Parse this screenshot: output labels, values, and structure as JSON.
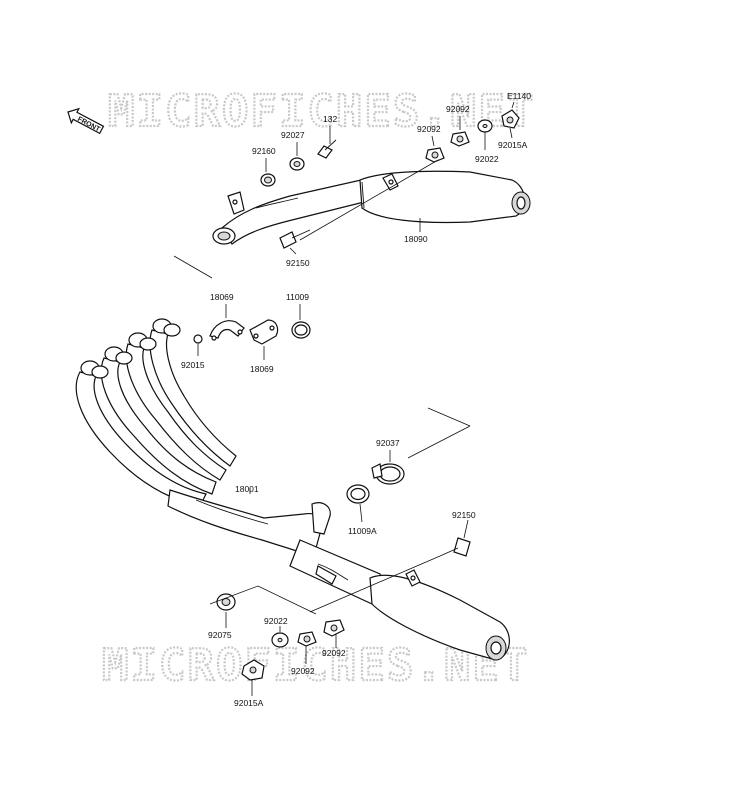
{
  "watermark": "MICROFICHES.NET",
  "diagram_code": "E1140",
  "front_arrow_label": "FRONT",
  "labels": {
    "p92160": "92160",
    "p92027": "92027",
    "p132": "132",
    "p92092_top": "92092",
    "p92092_top2": "92092",
    "p92022_top": "92022",
    "p92015A_top": "92015A",
    "p18090": "18090",
    "p92150_top": "92150",
    "p18069_a": "18069",
    "p11009": "11009",
    "p92015": "92015",
    "p18069_b": "18069",
    "p92037": "92037",
    "p18001": "18001",
    "p11009A": "11009A",
    "p92150_bot": "92150",
    "p92075": "92075",
    "p92022_bot": "92022",
    "p92092_bot": "92092",
    "p92092_bot2": "92092",
    "p92015A_bot": "92015A"
  }
}
